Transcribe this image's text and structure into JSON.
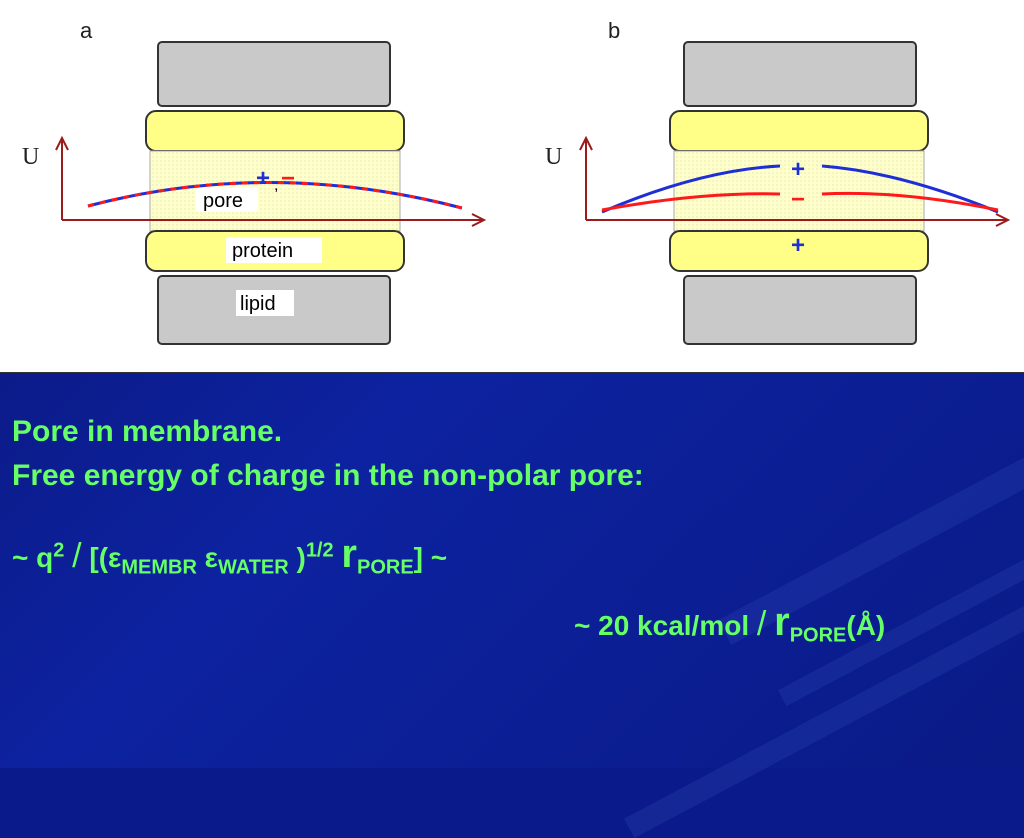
{
  "figure": {
    "panel_a_label": "a",
    "panel_b_label": "b",
    "axis_label": "U",
    "label_pore": "pore",
    "label_protein": "protein",
    "label_lipid": "lipid",
    "plus_sign": "+",
    "minus_sign": "−",
    "comma": ",",
    "colors": {
      "lipid": "#c9c9c9",
      "protein": "#ffff88",
      "axis": "#9b1b1b",
      "plus_curve": "#1f2fd6",
      "minus_curve": "#ff1a1a"
    }
  },
  "text": {
    "line1": "Pore in membrane.",
    "line2": "Free energy of charge in the non-polar pore:",
    "formula1": {
      "tilde": "~",
      "q": "q",
      "q_sup": "2",
      "slash": "/",
      "open": "[(",
      "eps": "ε",
      "membr": "MEMBR",
      "water": "WATER",
      "close_paren": ")",
      "half": "1/2",
      "r": "r",
      "pore": "PORE",
      "close": "] ~"
    },
    "formula2": {
      "prefix": "~ 20 kcal/mol",
      "slash": "/",
      "r": "r",
      "pore": "PORE",
      "unit": "(Å)"
    }
  }
}
